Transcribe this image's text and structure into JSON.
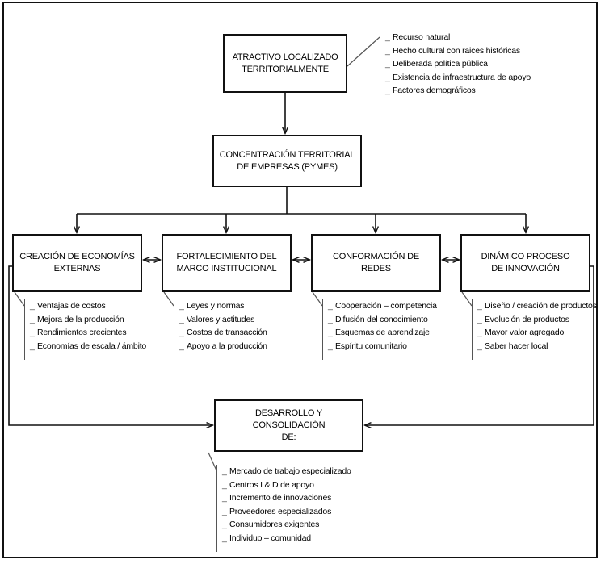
{
  "diagram": {
    "title": "Atractivo localizado territorialmente - concentracion de empresas",
    "stroke_color": "#111111",
    "annotation_rule_color": "#555555",
    "background": "#ffffff",
    "bullet_marker": "_"
  },
  "nodes": {
    "atractivo": {
      "label": "ATRACTIVO LOCALIZADO\nTERRITORIALMENTE"
    },
    "concentracion": {
      "label": "CONCENTRACIÓN TERRITORIAL\nDE EMPRESAS (PYMES)"
    },
    "economias": {
      "label": "CREACIÓN DE ECONOMÍAS\nEXTERNAS"
    },
    "marco": {
      "label": "FORTALECIMIENTO DEL\nMARCO INSTITUCIONAL"
    },
    "redes": {
      "label": "CONFORMACIÓN DE\nREDES"
    },
    "innovacion": {
      "label": "DINÁMICO PROCESO\nDE INNOVACIÓN"
    },
    "desarrollo": {
      "label": "DESARROLLO Y CONSOLIDACIÓN\nDE:"
    }
  },
  "annotations": {
    "atractivo": [
      "Recurso natural",
      "Hecho cultural con raices históricas",
      "Deliberada política pública",
      "Existencia de infraestructura de apoyo",
      "Factores demográficos"
    ],
    "economias": [
      "Ventajas de costos",
      "Mejora de la producción",
      "Rendimientos crecientes",
      "Economías de escala / ámbito"
    ],
    "marco": [
      "Leyes y normas",
      "Valores y actitudes",
      "Costos de transacción",
      "Apoyo a la producción"
    ],
    "redes": [
      "Cooperación – competencia",
      "Difusión del conocimiento",
      "Esquemas de  aprendizaje",
      "Espíritu comunitario"
    ],
    "innovacion": [
      "Diseño / creación de productos",
      "Evolución de productos",
      "Mayor valor agregado",
      "Saber hacer local"
    ],
    "desarrollo": [
      "Mercado de trabajo especializado",
      "Centros I & D de apoyo",
      "Incremento de innovaciones",
      "Proveedores especializados",
      "Consumidores exigentes",
      "Individuo – comunidad"
    ]
  }
}
